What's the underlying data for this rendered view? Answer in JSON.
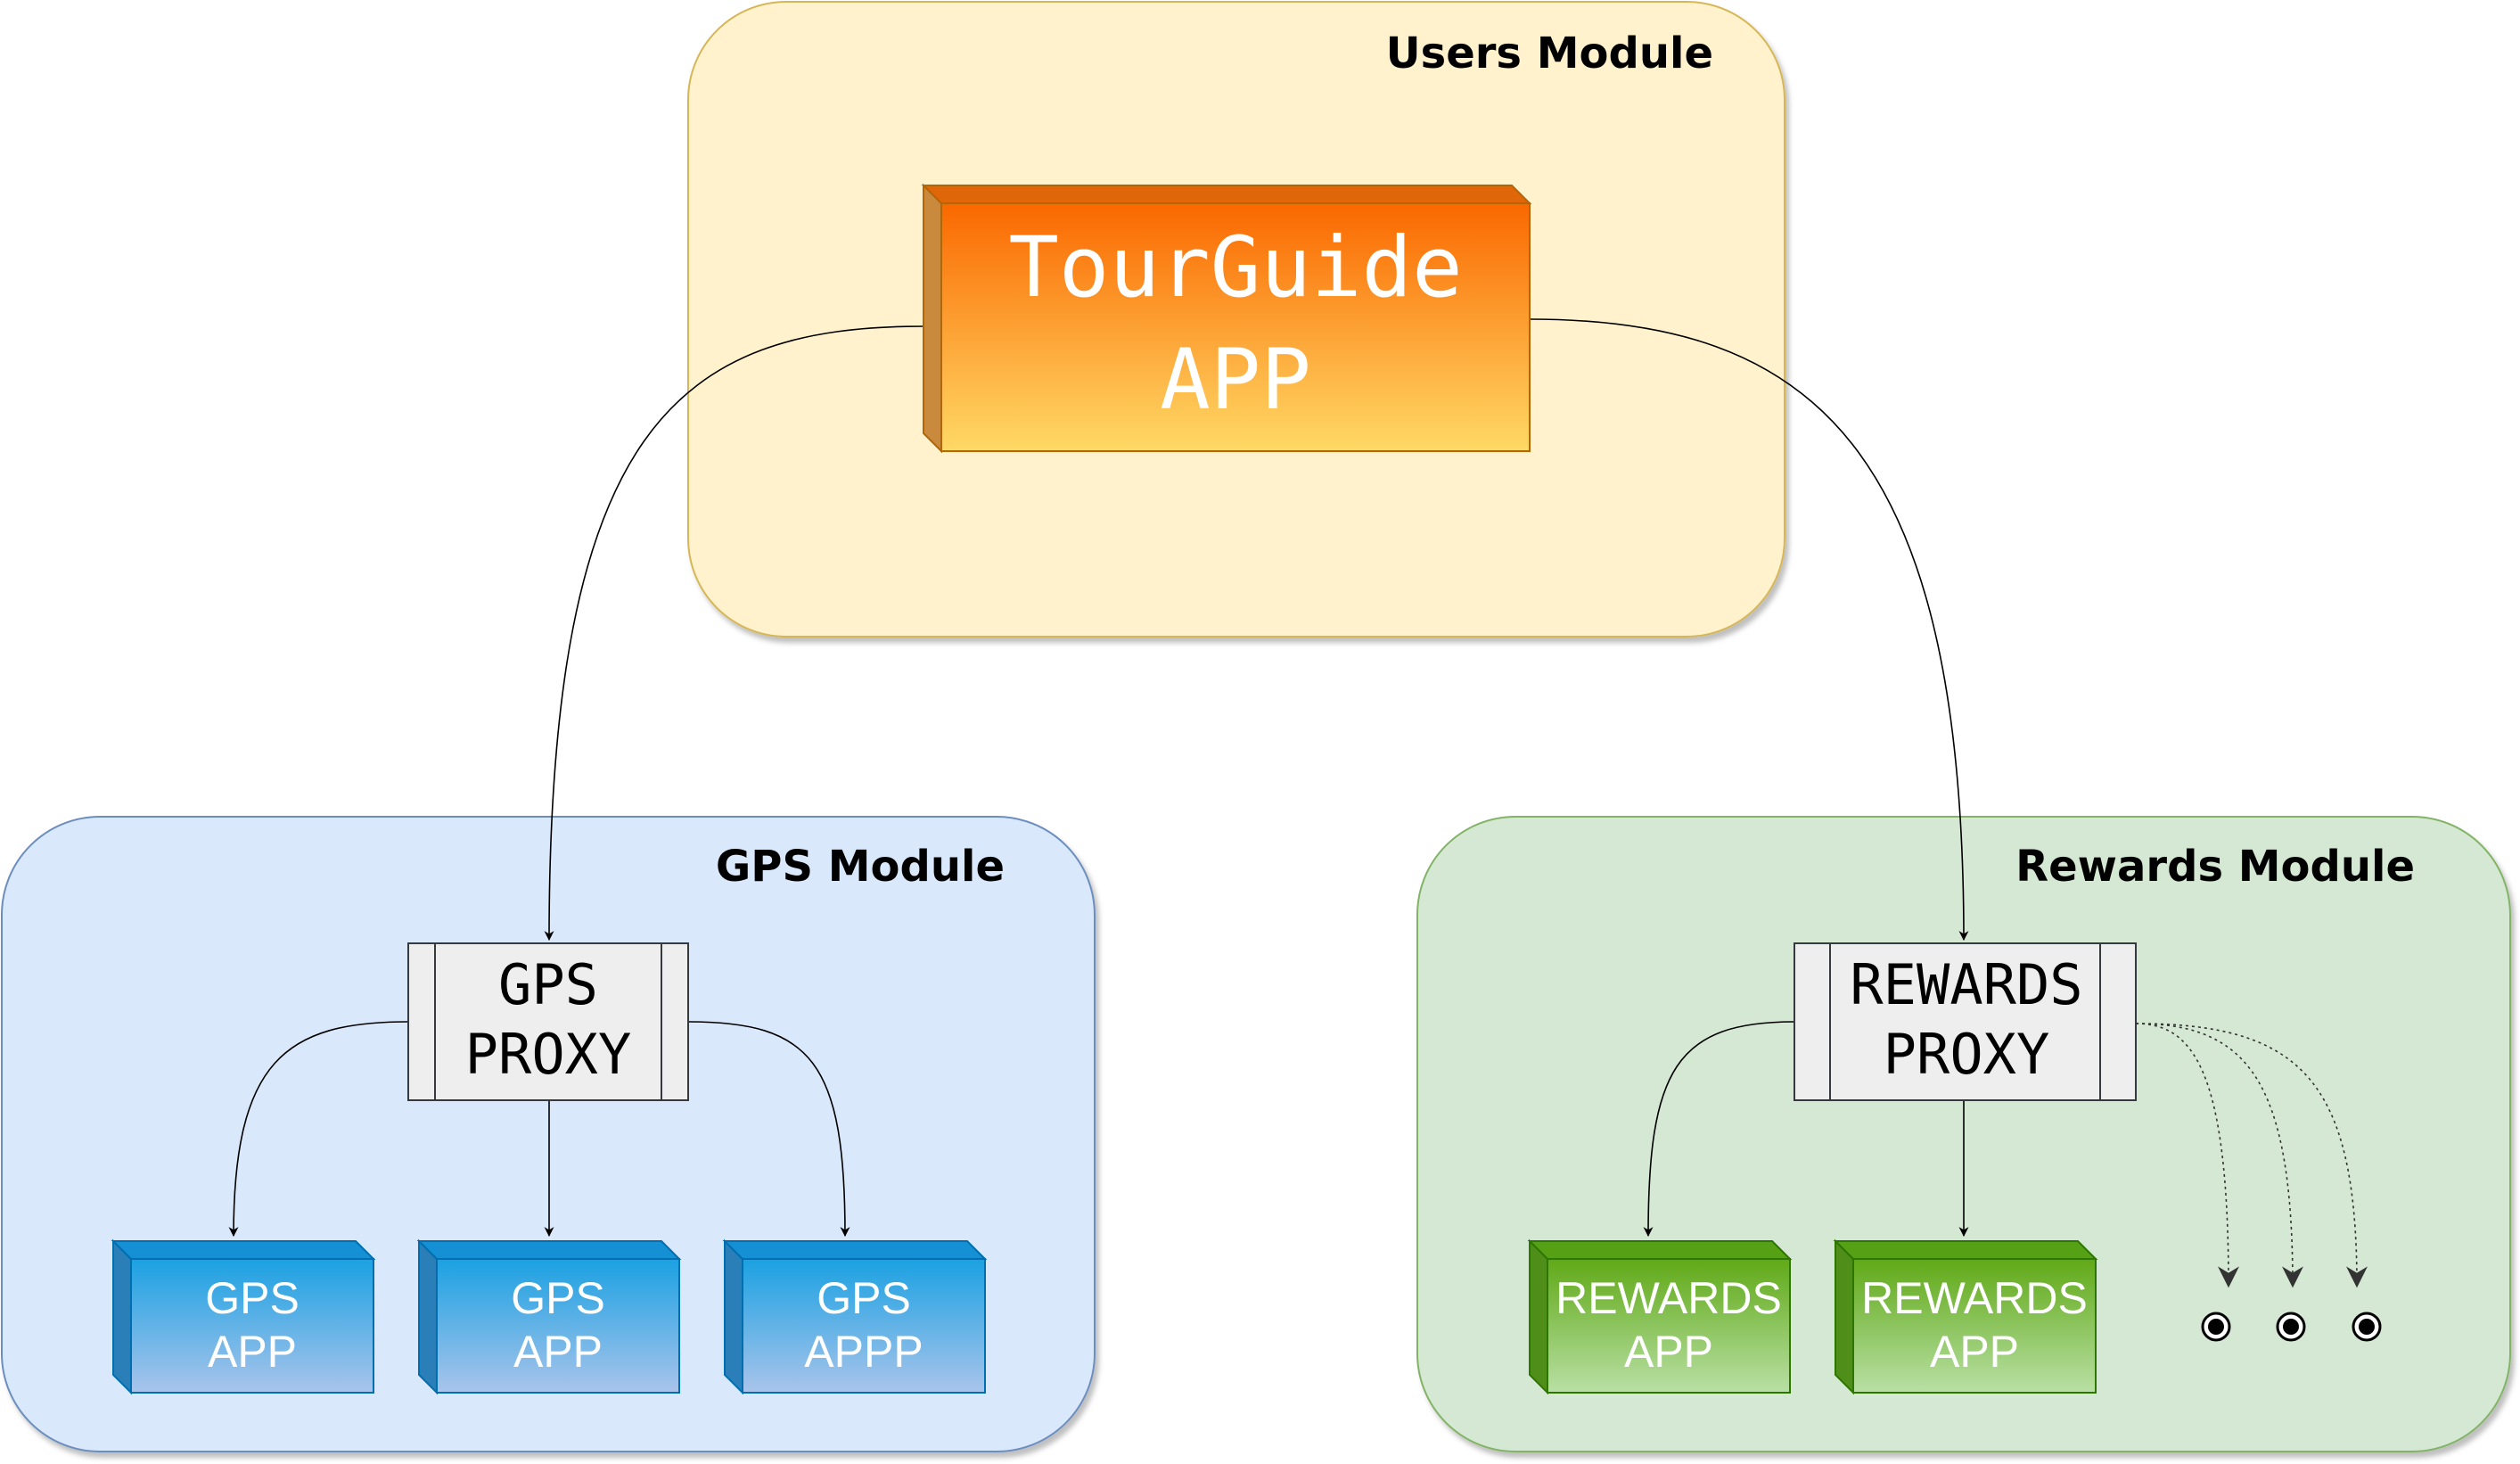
{
  "colors": {
    "users_module_fill": "#fff2cc",
    "users_module_stroke": "#d6b656",
    "gps_module_fill": "#dae8fc",
    "gps_module_stroke": "#6c8ebf",
    "rewards_module_fill": "#d5e8d4",
    "rewards_module_stroke": "#82b366",
    "tourguide_top": "#fa6800",
    "tourguide_bottom": "#ffd966",
    "gps_app_top": "#1ba1e2",
    "gps_app_bottom": "#a9c4eb",
    "rewards_app_top": "#60a917",
    "rewards_app_bottom": "#b9e0a5",
    "proxy_fill": "#eeeeee",
    "proxy_stroke": "#36393d",
    "connector": "#000000"
  },
  "modules": {
    "users": {
      "title": "Users Module"
    },
    "gps": {
      "title": "GPS Module"
    },
    "rewards": {
      "title": "Rewards Module"
    }
  },
  "tourguide": {
    "line1": "TourGuide",
    "line2": "APP"
  },
  "gps_proxy": {
    "line1": "GPS",
    "line2": "PROXY"
  },
  "rewards_proxy": {
    "line1": "REWARDS",
    "line2": "PROXY"
  },
  "gps_apps": [
    {
      "line1": "GPS",
      "line2": "APP"
    },
    {
      "line1": "GPS",
      "line2": "APP"
    },
    {
      "line1": "GPS",
      "line2": "APPP"
    }
  ],
  "rewards_apps": [
    {
      "line1": "REWARDS",
      "line2": "APP"
    },
    {
      "line1": "REWARDS",
      "line2": "APP"
    }
  ],
  "placeholders": [
    {
      "icon": "radio-bullet-icon"
    },
    {
      "icon": "radio-bullet-icon"
    },
    {
      "icon": "radio-bullet-icon"
    }
  ]
}
